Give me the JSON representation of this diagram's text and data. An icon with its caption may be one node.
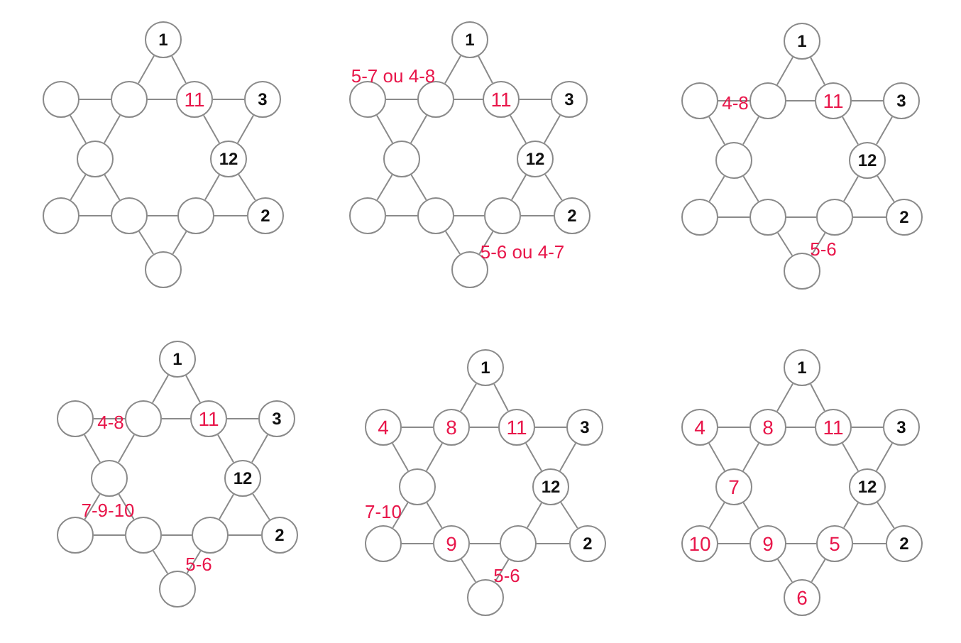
{
  "diagram": {
    "nodes": [
      {
        "text": [
          "1"
        ]
      },
      {
        "text": [],
        "shape": "circle"
      },
      {
        "text": [],
        "shape": "circle"
      },
      {
        "text": [
          "11"
        ]
      },
      {
        "text": [
          "3"
        ]
      },
      {
        "text": [],
        "shape": "circle"
      },
      {
        "text": [
          "12"
        ]
      },
      {
        "text": [],
        "shape": "circle"
      },
      {
        "text": [],
        "shape": "circle"
      },
      {
        "text": [],
        "shape": "circle"
      },
      {
        "text": [
          "2"
        ]
      },
      {
        "text": [],
        "shape": "circle"
      },
      {
        "text": [
          "1"
        ]
      },
      {
        "text": [],
        "shape": "circle"
      },
      {
        "text": [],
        "shape": "circle"
      },
      {
        "text": [
          "11"
        ]
      },
      {
        "text": [
          "3"
        ]
      },
      {
        "text": [],
        "shape": "circle"
      },
      {
        "text": [
          "12"
        ]
      },
      {
        "text": [],
        "shape": "circle"
      },
      {
        "text": [],
        "shape": "circle"
      },
      {
        "text": [],
        "shape": "circle"
      },
      {
        "text": [
          "2"
        ]
      },
      {
        "text": [],
        "shape": "circle"
      },
      {
        "text": [
          "1"
        ]
      },
      {
        "text": [],
        "shape": "circle"
      },
      {
        "text": [],
        "shape": "circle"
      },
      {
        "text": [
          "11"
        ]
      },
      {
        "text": [
          "3"
        ]
      },
      {
        "text": [],
        "shape": "circle"
      },
      {
        "text": [
          "12"
        ]
      },
      {
        "text": [],
        "shape": "circle"
      },
      {
        "text": [],
        "shape": "circle"
      },
      {
        "text": [],
        "shape": "circle"
      },
      {
        "text": [
          "2"
        ]
      },
      {
        "text": [],
        "shape": "circle"
      },
      {
        "text": [
          "1"
        ]
      },
      {
        "text": [],
        "shape": "circle"
      },
      {
        "text": [],
        "shape": "circle"
      },
      {
        "text": [
          "11"
        ]
      },
      {
        "text": [
          "3"
        ]
      },
      {
        "text": [],
        "shape": "circle"
      },
      {
        "text": [
          "12"
        ]
      },
      {
        "text": [],
        "shape": "circle"
      },
      {
        "text": [],
        "shape": "circle"
      },
      {
        "text": [],
        "shape": "circle"
      },
      {
        "text": [
          "2"
        ]
      },
      {
        "text": [],
        "shape": "circle"
      },
      {
        "text": [
          "1"
        ]
      },
      {
        "text": [
          "4"
        ]
      },
      {
        "text": [
          "8"
        ]
      },
      {
        "text": [
          "11"
        ]
      },
      {
        "text": [
          "3"
        ]
      },
      {
        "text": [],
        "shape": "circle"
      },
      {
        "text": [
          "12"
        ]
      },
      {
        "text": [],
        "shape": "circle"
      },
      {
        "text": [
          "9"
        ]
      },
      {
        "text": [],
        "shape": "circle"
      },
      {
        "text": [
          "2"
        ]
      },
      {
        "text": [],
        "shape": "circle"
      },
      {
        "text": [
          "1"
        ]
      },
      {
        "text": [
          "4"
        ]
      },
      {
        "text": [
          "8"
        ]
      },
      {
        "text": [
          "11"
        ]
      },
      {
        "text": [
          "3"
        ]
      },
      {
        "text": [
          "7"
        ]
      },
      {
        "text": [
          "12"
        ]
      },
      {
        "text": [
          "10"
        ]
      },
      {
        "text": [
          "9"
        ]
      },
      {
        "text": [
          "5"
        ]
      },
      {
        "text": [
          "2"
        ]
      },
      {
        "text": [
          "6"
        ]
      }
    ],
    "edges": [
      {
        "from": 0,
        "to": 2,
        "arrow": "none"
      },
      {
        "from": 0,
        "to": 3,
        "arrow": "none"
      },
      {
        "from": 1,
        "to": 2,
        "arrow": "none"
      },
      {
        "from": 2,
        "to": 3,
        "arrow": "none"
      },
      {
        "from": 3,
        "to": 4,
        "arrow": "none"
      },
      {
        "from": 1,
        "to": 5,
        "arrow": "none"
      },
      {
        "from": 2,
        "to": 5,
        "arrow": "none"
      },
      {
        "from": 3,
        "to": 6,
        "arrow": "none"
      },
      {
        "from": 4,
        "to": 6,
        "arrow": "none"
      },
      {
        "from": 5,
        "to": 7,
        "arrow": "none"
      },
      {
        "from": 5,
        "to": 8,
        "arrow": "none"
      },
      {
        "from": 6,
        "to": 9,
        "arrow": "none"
      },
      {
        "from": 6,
        "to": 10,
        "arrow": "none"
      },
      {
        "from": 7,
        "to": 8,
        "arrow": "none"
      },
      {
        "from": 8,
        "to": 9,
        "arrow": "none"
      },
      {
        "from": 9,
        "to": 10,
        "arrow": "none"
      },
      {
        "from": 8,
        "to": 11,
        "arrow": "none"
      },
      {
        "from": 9,
        "to": 11,
        "arrow": "none"
      },
      {
        "from": 12,
        "to": 14,
        "arrow": "none"
      },
      {
        "from": 12,
        "to": 15,
        "arrow": "none"
      },
      {
        "from": 13,
        "to": 14,
        "arrow": "none"
      },
      {
        "from": 14,
        "to": 15,
        "arrow": "none"
      },
      {
        "from": 15,
        "to": 16,
        "arrow": "none"
      },
      {
        "from": 13,
        "to": 17,
        "arrow": "none"
      },
      {
        "from": 14,
        "to": 17,
        "arrow": "none"
      },
      {
        "from": 15,
        "to": 18,
        "arrow": "none"
      },
      {
        "from": 16,
        "to": 18,
        "arrow": "none"
      },
      {
        "from": 17,
        "to": 19,
        "arrow": "none"
      },
      {
        "from": 17,
        "to": 20,
        "arrow": "none"
      },
      {
        "from": 18,
        "to": 21,
        "arrow": "none"
      },
      {
        "from": 18,
        "to": 22,
        "arrow": "none"
      },
      {
        "from": 19,
        "to": 20,
        "arrow": "none"
      },
      {
        "from": 20,
        "to": 21,
        "arrow": "none"
      },
      {
        "from": 21,
        "to": 22,
        "arrow": "none"
      },
      {
        "from": 20,
        "to": 23,
        "arrow": "none"
      },
      {
        "from": 21,
        "to": 23,
        "arrow": "none"
      },
      {
        "from": 24,
        "to": 26,
        "arrow": "none"
      },
      {
        "from": 24,
        "to": 27,
        "arrow": "none"
      },
      {
        "from": 25,
        "to": 26,
        "arrow": "none"
      },
      {
        "from": 26,
        "to": 27,
        "arrow": "none"
      },
      {
        "from": 27,
        "to": 28,
        "arrow": "none"
      },
      {
        "from": 25,
        "to": 29,
        "arrow": "none"
      },
      {
        "from": 26,
        "to": 29,
        "arrow": "none"
      },
      {
        "from": 27,
        "to": 30,
        "arrow": "none"
      },
      {
        "from": 28,
        "to": 30,
        "arrow": "none"
      },
      {
        "from": 29,
        "to": 31,
        "arrow": "none"
      },
      {
        "from": 29,
        "to": 32,
        "arrow": "none"
      },
      {
        "from": 30,
        "to": 33,
        "arrow": "none"
      },
      {
        "from": 30,
        "to": 34,
        "arrow": "none"
      },
      {
        "from": 31,
        "to": 32,
        "arrow": "none"
      },
      {
        "from": 32,
        "to": 33,
        "arrow": "none"
      },
      {
        "from": 33,
        "to": 34,
        "arrow": "none"
      },
      {
        "from": 32,
        "to": 35,
        "arrow": "none"
      },
      {
        "from": 33,
        "to": 35,
        "arrow": "none"
      },
      {
        "from": 36,
        "to": 38,
        "arrow": "none"
      },
      {
        "from": 36,
        "to": 39,
        "arrow": "none"
      },
      {
        "from": 37,
        "to": 38,
        "arrow": "none"
      },
      {
        "from": 38,
        "to": 39,
        "arrow": "none"
      },
      {
        "from": 39,
        "to": 40,
        "arrow": "none"
      },
      {
        "from": 37,
        "to": 41,
        "arrow": "none"
      },
      {
        "from": 38,
        "to": 41,
        "arrow": "none"
      },
      {
        "from": 39,
        "to": 42,
        "arrow": "none"
      },
      {
        "from": 40,
        "to": 42,
        "arrow": "none"
      },
      {
        "from": 41,
        "to": 43,
        "arrow": "none"
      },
      {
        "from": 41,
        "to": 44,
        "arrow": "none"
      },
      {
        "from": 42,
        "to": 45,
        "arrow": "none"
      },
      {
        "from": 42,
        "to": 46,
        "arrow": "none"
      },
      {
        "from": 43,
        "to": 44,
        "arrow": "none"
      },
      {
        "from": 44,
        "to": 45,
        "arrow": "none"
      },
      {
        "from": 45,
        "to": 46,
        "arrow": "none"
      },
      {
        "from": 44,
        "to": 47,
        "arrow": "none"
      },
      {
        "from": 45,
        "to": 47,
        "arrow": "none"
      },
      {
        "from": 48,
        "to": 50,
        "arrow": "none"
      },
      {
        "from": 48,
        "to": 51,
        "arrow": "none"
      },
      {
        "from": 49,
        "to": 50,
        "arrow": "none"
      },
      {
        "from": 50,
        "to": 51,
        "arrow": "none"
      },
      {
        "from": 51,
        "to": 52,
        "arrow": "none"
      },
      {
        "from": 49,
        "to": 53,
        "arrow": "none"
      },
      {
        "from": 50,
        "to": 53,
        "arrow": "none"
      },
      {
        "from": 51,
        "to": 54,
        "arrow": "none"
      },
      {
        "from": 52,
        "to": 54,
        "arrow": "none"
      },
      {
        "from": 53,
        "to": 55,
        "arrow": "none"
      },
      {
        "from": 53,
        "to": 56,
        "arrow": "none"
      },
      {
        "from": 54,
        "to": 57,
        "arrow": "none"
      },
      {
        "from": 54,
        "to": 58,
        "arrow": "none"
      },
      {
        "from": 55,
        "to": 56,
        "arrow": "none"
      },
      {
        "from": 56,
        "to": 57,
        "arrow": "none"
      },
      {
        "from": 57,
        "to": 58,
        "arrow": "none"
      },
      {
        "from": 56,
        "to": 59,
        "arrow": "none"
      },
      {
        "from": 57,
        "to": 59,
        "arrow": "none"
      },
      {
        "from": 60,
        "to": 62,
        "arrow": "none"
      },
      {
        "from": 60,
        "to": 63,
        "arrow": "none"
      },
      {
        "from": 61,
        "to": 62,
        "arrow": "none"
      },
      {
        "from": 62,
        "to": 63,
        "arrow": "none"
      },
      {
        "from": 63,
        "to": 64,
        "arrow": "none"
      },
      {
        "from": 61,
        "to": 65,
        "arrow": "none"
      },
      {
        "from": 62,
        "to": 65,
        "arrow": "none"
      },
      {
        "from": 63,
        "to": 66,
        "arrow": "none"
      },
      {
        "from": 64,
        "to": 66,
        "arrow": "none"
      },
      {
        "from": 65,
        "to": 67,
        "arrow": "none"
      },
      {
        "from": 65,
        "to": 68,
        "arrow": "none"
      },
      {
        "from": 66,
        "to": 69,
        "arrow": "none"
      },
      {
        "from": 66,
        "to": 70,
        "arrow": "none"
      },
      {
        "from": 67,
        "to": 68,
        "arrow": "none"
      },
      {
        "from": 68,
        "to": 69,
        "arrow": "none"
      },
      {
        "from": 69,
        "to": 70,
        "arrow": "none"
      },
      {
        "from": 68,
        "to": 71,
        "arrow": "none"
      },
      {
        "from": 69,
        "to": 71,
        "arrow": "none"
      }
    ],
    "labels": [
      "5-7 ou 4-8",
      "5-6 ou 4-7",
      "4-8",
      "5-6",
      "4-8",
      "7-9-10",
      "5-6",
      "7-10",
      "5-6"
    ]
  }
}
